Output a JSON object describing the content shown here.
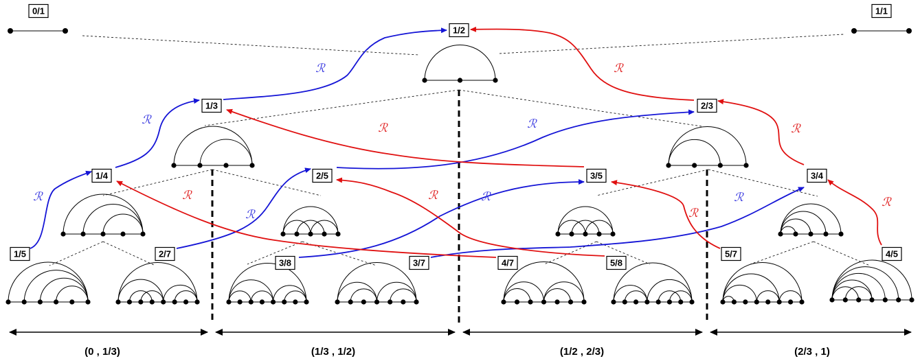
{
  "nodes": [
    {
      "id": "n01",
      "label": "0/1"
    },
    {
      "id": "n11",
      "label": "1/1"
    },
    {
      "id": "n12",
      "label": "1/2"
    },
    {
      "id": "n13",
      "label": "1/3"
    },
    {
      "id": "n23",
      "label": "2/3"
    },
    {
      "id": "n14",
      "label": "1/4"
    },
    {
      "id": "n25",
      "label": "2/5"
    },
    {
      "id": "n35",
      "label": "3/5"
    },
    {
      "id": "n34",
      "label": "3/4"
    },
    {
      "id": "n15",
      "label": "1/5"
    },
    {
      "id": "n27",
      "label": "2/7"
    },
    {
      "id": "n38",
      "label": "3/8"
    },
    {
      "id": "n37",
      "label": "3/7"
    },
    {
      "id": "n47",
      "label": "4/7"
    },
    {
      "id": "n58",
      "label": "5/8"
    },
    {
      "id": "n57",
      "label": "5/7"
    },
    {
      "id": "n45",
      "label": "4/5"
    }
  ],
  "r_symbol": "ℛ",
  "colors": {
    "blue": "#1515d6",
    "red": "#e01010",
    "blue_label": "#3a3ae0",
    "red_label": "#e02020"
  },
  "arrows": [
    {
      "from": "n15",
      "to": "n14",
      "color": "blue"
    },
    {
      "from": "n14",
      "to": "n13",
      "color": "blue"
    },
    {
      "from": "n13",
      "to": "n12",
      "color": "blue"
    },
    {
      "from": "n27",
      "to": "n25",
      "color": "blue"
    },
    {
      "from": "n25",
      "to": "n23",
      "color": "blue"
    },
    {
      "from": "n38",
      "to": "n35",
      "color": "blue"
    },
    {
      "from": "n37",
      "to": "n34",
      "color": "blue"
    },
    {
      "from": "n45",
      "to": "n34",
      "color": "red"
    },
    {
      "from": "n34",
      "to": "n23",
      "color": "red"
    },
    {
      "from": "n23",
      "to": "n12",
      "color": "red"
    },
    {
      "from": "n35",
      "to": "n13",
      "color": "red"
    },
    {
      "from": "n58",
      "to": "n25",
      "color": "red"
    },
    {
      "from": "n57",
      "to": "n35",
      "color": "red"
    },
    {
      "from": "n47",
      "to": "n14",
      "color": "red"
    }
  ],
  "intervals": [
    {
      "label": "(0 , 1/3)"
    },
    {
      "label": "(1/3 , 1/2)"
    },
    {
      "label": "(1/2 , 2/3)"
    },
    {
      "label": "(2/3 , 1)"
    }
  ]
}
